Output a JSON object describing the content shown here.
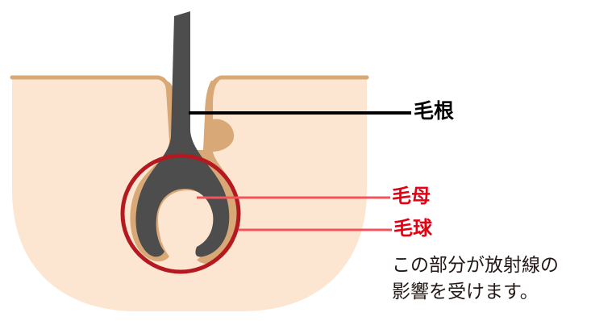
{
  "colors": {
    "skin_fill": "#fde6d1",
    "skin_edge": "#d8a877",
    "hair": "#4d4d4d",
    "circle": "#b3191e",
    "red_line": "#f2545b",
    "root_line": "#000000",
    "label_red": "#e60012",
    "label_black": "#000000",
    "note_text": "#231815"
  },
  "labels": {
    "hair_root": "毛根",
    "hair_matrix": "毛母",
    "hair_bulb": "毛球"
  },
  "note": {
    "line1": "この部分が放射線の",
    "line2": "影響を受けます。"
  }
}
